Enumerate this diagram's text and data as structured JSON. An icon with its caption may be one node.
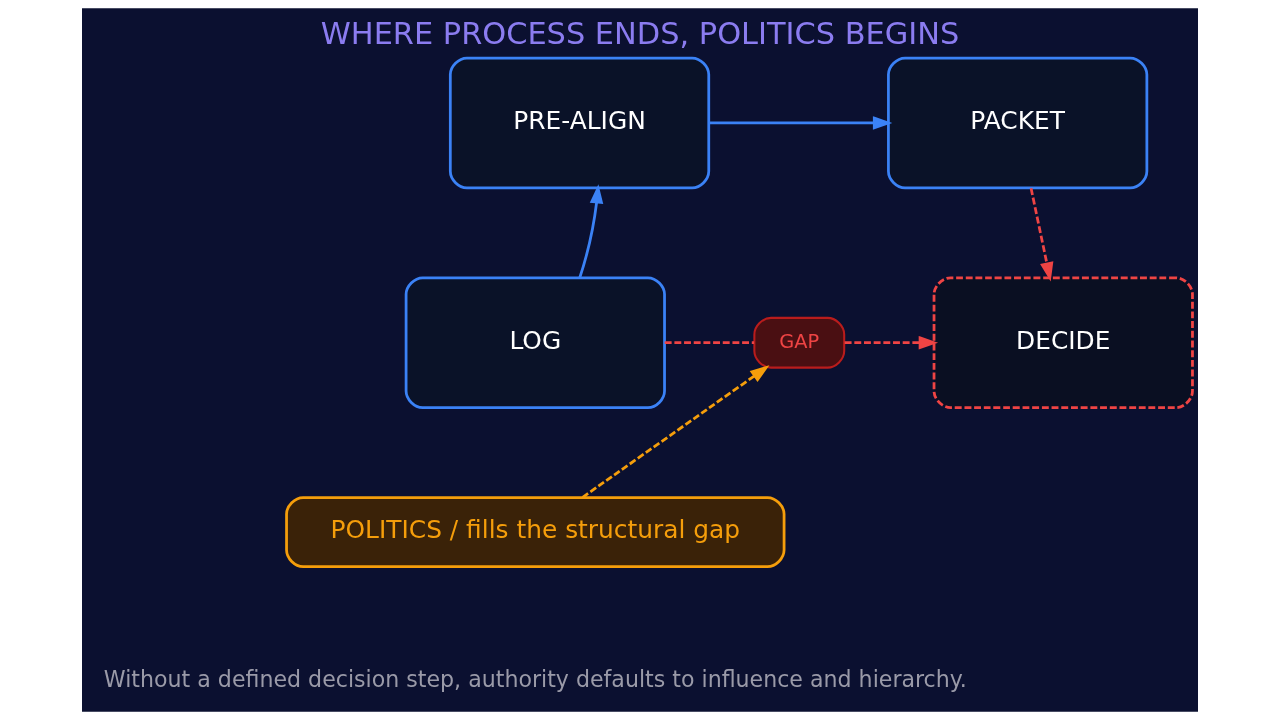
{
  "diagram": {
    "title": "WHERE PROCESS ENDS, POLITICS BEGINS",
    "caption": "Without a defined decision step, authority defaults to influence and hierarchy.",
    "nodes": [
      {
        "text": [
          "PRE-ALIGN"
        ]
      },
      {
        "text": [
          "PACKET"
        ]
      },
      {
        "text": [
          "LOG"
        ]
      },
      {
        "text": [
          "GAP"
        ]
      },
      {
        "text": [
          "DECIDE"
        ]
      },
      {
        "text": [
          "POLITICS / fills the structural gap"
        ]
      }
    ],
    "edges": [
      {
        "from": 2,
        "to": 0,
        "arrow": "to",
        "color": "#3b82f6"
      },
      {
        "from": 0,
        "to": 1,
        "arrow": "to",
        "color": "#3b82f6"
      },
      {
        "from": 1,
        "to": 4,
        "arrow": "to",
        "style": "dashed",
        "color": "#ef4444"
      },
      {
        "from": 2,
        "to": 3,
        "arrow": "none",
        "style": "dashed",
        "color": "#ef4444"
      },
      {
        "from": 3,
        "to": 4,
        "arrow": "to",
        "style": "dashed",
        "color": "#ef4444"
      },
      {
        "from": 5,
        "to": 3,
        "arrow": "to",
        "style": "dashed",
        "color": "#f59e0b"
      }
    ]
  }
}
